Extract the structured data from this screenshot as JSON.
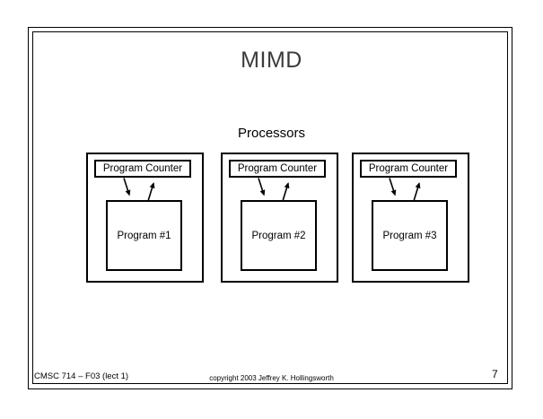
{
  "slide": {
    "title": "MIMD",
    "subtitle": "Processors",
    "units": [
      {
        "counter_label": "Program Counter",
        "program_label": "Program #1"
      },
      {
        "counter_label": "Program Counter",
        "program_label": "Program #2"
      },
      {
        "counter_label": "Program Counter",
        "program_label": "Program #3"
      }
    ],
    "connectors": {
      "down_arrow": "counter-to-program",
      "up_arrow": "program-to-counter"
    },
    "footer": {
      "course": "CMSC 714 – F03 (lect 1)",
      "copyright": "copyright 2003 Jeffrey K. Hollingsworth",
      "page_number": "7"
    },
    "colors": {
      "title_text": "#3b3b3b",
      "body_text": "#000000",
      "border": "#000000",
      "background": "#ffffff"
    }
  }
}
